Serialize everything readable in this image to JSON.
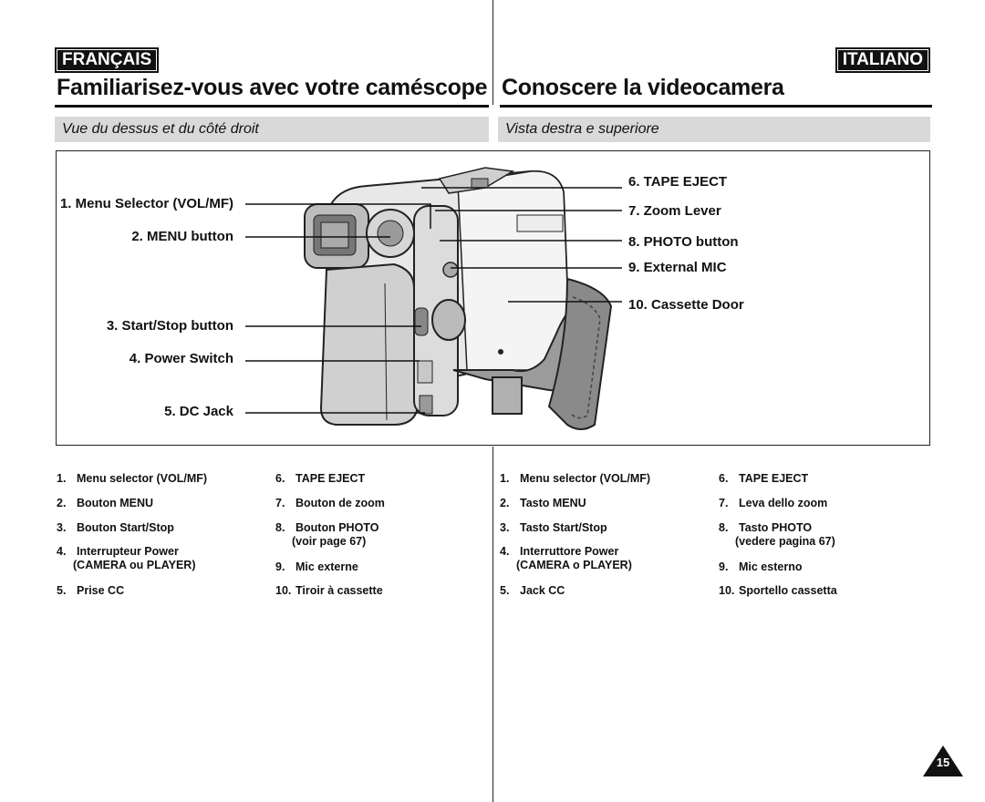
{
  "left": {
    "language": "FRANÇAIS",
    "title": "Familiarisez-vous avec votre caméscope",
    "subtitle": "Vue du dessus et du côté droit",
    "legend": [
      {
        "num": "1.",
        "text": "Menu selector (VOL/MF)"
      },
      {
        "num": "2.",
        "text": "Bouton MENU"
      },
      {
        "num": "3.",
        "text": "Bouton Start/Stop"
      },
      {
        "num": "4.",
        "text": "Interrupteur Power",
        "extra": "(CAMERA ou PLAYER)"
      },
      {
        "num": "5.",
        "text": "Prise CC"
      },
      {
        "num": "6.",
        "text": "TAPE EJECT"
      },
      {
        "num": "7.",
        "text": "Bouton de zoom"
      },
      {
        "num": "8.",
        "text": "Bouton PHOTO",
        "extra": "(voir page 67)"
      },
      {
        "num": "9.",
        "text": "Mic externe"
      },
      {
        "num": "10.",
        "text": "Tiroir à cassette"
      }
    ]
  },
  "right": {
    "language": "ITALIANO",
    "title": "Conoscere la videocamera",
    "subtitle": "Vista destra e superiore",
    "legend": [
      {
        "num": "1.",
        "text": "Menu selector (VOL/MF)"
      },
      {
        "num": "2.",
        "text": "Tasto MENU"
      },
      {
        "num": "3.",
        "text": "Tasto Start/Stop"
      },
      {
        "num": "4.",
        "text": "Interruttore Power",
        "extra": "(CAMERA o PLAYER)"
      },
      {
        "num": "5.",
        "text": "Jack CC"
      },
      {
        "num": "6.",
        "text": "TAPE EJECT"
      },
      {
        "num": "7.",
        "text": "Leva dello zoom"
      },
      {
        "num": "8.",
        "text": "Tasto PHOTO",
        "extra": "(vedere pagina 67)"
      },
      {
        "num": "9.",
        "text": "Mic esterno"
      },
      {
        "num": "10.",
        "text": "Sportello cassetta"
      }
    ]
  },
  "diagram": {
    "callouts_left": [
      "1. Menu Selector (VOL/MF)",
      "2. MENU button",
      "3. Start/Stop button",
      "4. Power Switch",
      "5. DC Jack"
    ],
    "callouts_right": [
      "6. TAPE EJECT",
      "7. Zoom Lever",
      "8. PHOTO button",
      "9. External MIC",
      "10. Cassette Door"
    ]
  },
  "page_number": "15"
}
